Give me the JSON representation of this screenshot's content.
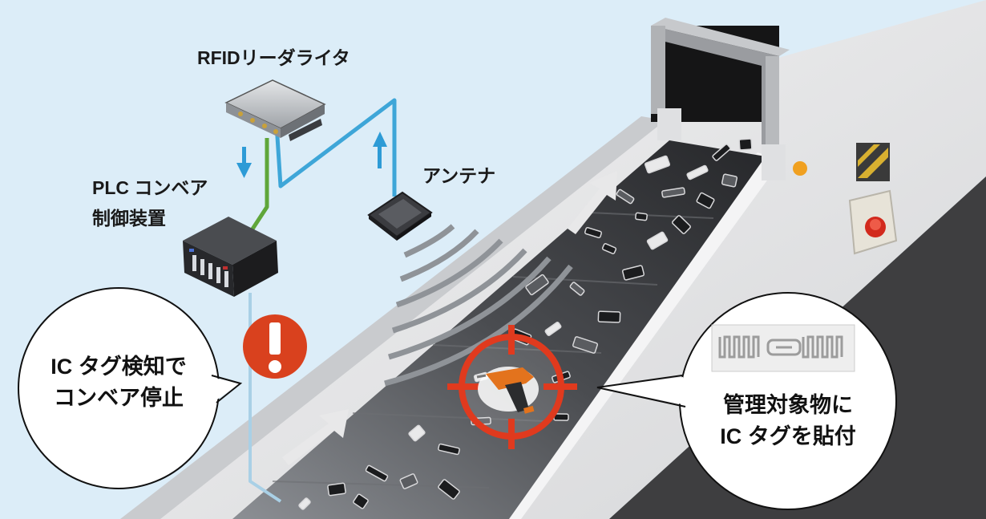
{
  "labels": {
    "reader_writer": "RFIDリーダライタ",
    "plc_line1": "PLC コンベア",
    "plc_line2": "制御装置",
    "antenna": "アンテナ"
  },
  "bubbles": {
    "left_line1": "IC タグ検知で",
    "left_line2": "コンベア停止",
    "right_line1": "管理対象物に",
    "right_line2": "IC タグを貼付"
  },
  "icons": {
    "alert": "exclamation-icon",
    "target": "crosshair-target-icon",
    "tool": "power-drill-icon",
    "tag": "rfid-tag-icon"
  },
  "colors": {
    "sky": "#dcedf8",
    "floor": "#e9eaec",
    "floor_dark": "#3e3e40",
    "belt": "#2c2d30",
    "cable_blue": "#3ea6d8",
    "cable_green": "#5fa63a",
    "alert_red": "#d9411e",
    "target_red": "#e03a1e"
  }
}
